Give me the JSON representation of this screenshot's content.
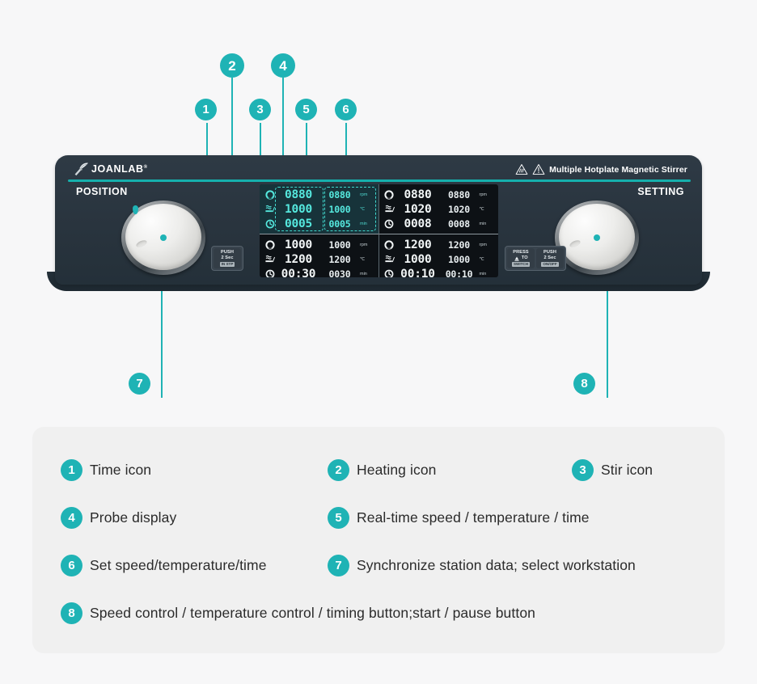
{
  "accent": "#1fb3b5",
  "panel_bg": "#2b3742",
  "device": {
    "brand": "JOANLAB",
    "brand_reg": "®",
    "model_name": "Multiple Hotplate Magnetic Stirrer",
    "label_position": "POSITION",
    "label_setting": "SETTING",
    "keys_left": [
      {
        "line1": "PUSH",
        "line2": "2 Sec",
        "box": "IN STP"
      }
    ],
    "keys_right": [
      {
        "line1": "PRESS",
        "line2": "TO",
        "box": "SWITCH"
      },
      {
        "line1": "PUSH",
        "line2": "2 Sec",
        "box": "ON/OFF"
      }
    ],
    "display": {
      "units": {
        "speed": "rpm",
        "temp": "℃",
        "time": "min"
      },
      "quadrants": [
        {
          "id": "station-1",
          "highlighted": true,
          "rows": [
            {
              "icon": "stir-icon",
              "realtime": "0880",
              "setting": "0880",
              "unit": "rpm"
            },
            {
              "icon": "heating-icon",
              "realtime": "1000",
              "setting": "1000",
              "unit": "℃"
            },
            {
              "icon": "time-icon",
              "realtime": "0005",
              "setting": "0005",
              "unit": "min"
            }
          ]
        },
        {
          "id": "station-2",
          "highlighted": false,
          "rows": [
            {
              "icon": "stir-icon",
              "realtime": "0880",
              "setting": "0880",
              "unit": "rpm"
            },
            {
              "icon": "heating-icon",
              "realtime": "1020",
              "setting": "1020",
              "unit": "℃"
            },
            {
              "icon": "time-icon",
              "realtime": "0008",
              "setting": "0008",
              "unit": "min"
            }
          ]
        },
        {
          "id": "station-3",
          "highlighted": false,
          "rows": [
            {
              "icon": "stir-icon",
              "realtime": "1000",
              "setting": "1000",
              "unit": "rpm"
            },
            {
              "icon": "heating-icon",
              "realtime": "1200",
              "setting": "1200",
              "unit": "℃"
            },
            {
              "icon": "time-icon",
              "realtime": "00:30",
              "setting": "0030",
              "unit": "min"
            }
          ]
        },
        {
          "id": "station-4",
          "highlighted": false,
          "rows": [
            {
              "icon": "stir-icon",
              "realtime": "1200",
              "setting": "1200",
              "unit": "rpm"
            },
            {
              "icon": "heating-icon",
              "realtime": "1000",
              "setting": "1000",
              "unit": "℃"
            },
            {
              "icon": "time-icon",
              "realtime": "00:10",
              "setting": "00:10",
              "unit": "min"
            }
          ]
        }
      ]
    }
  },
  "callouts": [
    {
      "n": "1"
    },
    {
      "n": "2"
    },
    {
      "n": "3"
    },
    {
      "n": "4"
    },
    {
      "n": "5"
    },
    {
      "n": "6"
    },
    {
      "n": "7"
    },
    {
      "n": "8"
    }
  ],
  "legend": {
    "items": [
      {
        "n": "1",
        "text": "Time icon"
      },
      {
        "n": "2",
        "text": "Heating icon"
      },
      {
        "n": "3",
        "text": "Stir icon"
      },
      {
        "n": "4",
        "text": "Probe display"
      },
      {
        "n": "5",
        "text": "Real-time speed / temperature / time"
      },
      {
        "n": "6",
        "text": "Set speed/temperature/time"
      },
      {
        "n": "7",
        "text": "Synchronize station data; select workstation"
      },
      {
        "n": "8",
        "text": "Speed control / temperature control / timing button;start / pause button"
      }
    ]
  }
}
